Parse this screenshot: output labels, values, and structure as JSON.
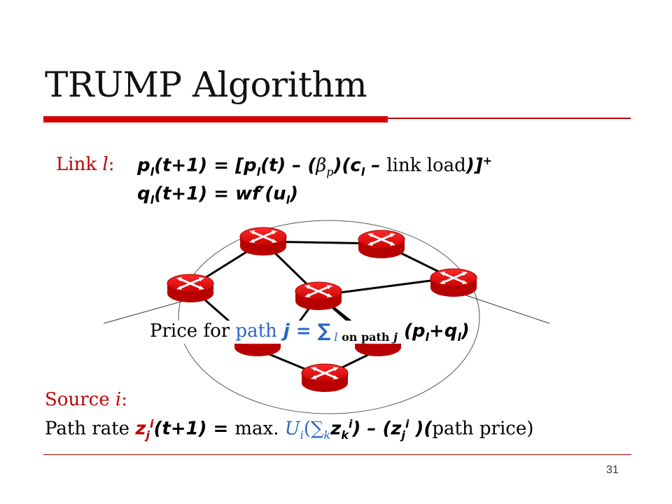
{
  "slide": {
    "title": "TRUMP Algorithm",
    "page_number": "31"
  },
  "link_eq": {
    "label_prefix": "Link ",
    "label_var": "l",
    "label_colon": ":",
    "p_lhs": "p",
    "p_sub": "l",
    "p_arg": "(t+1) = [",
    "p_rhs_p": "p",
    "p_rhs_sub": "l",
    "p_rhs_arg": "(t) – (",
    "beta": "β",
    "beta_sub": "p",
    "after_beta": ")(c",
    "c_sub": "l",
    "minus": " – ",
    "link_load": "link load",
    "close": ")]",
    "plus_sup": "+",
    "q_lhs": "q",
    "q_sub": "l",
    "q_arg": "(t+1) = wf′(u",
    "u_sub": "l",
    "q_close": ")"
  },
  "price_eq": {
    "lead": "Price for ",
    "path_word": "path",
    "j": " j",
    "eq_sum": " = ∑",
    "sum_sub_l": " l",
    "sum_sub_on": " on path",
    "sum_sub_j": " j",
    "open": " (p",
    "p_sub": "l",
    "plus_q": "+q",
    "q_sub": "l",
    "close": ")"
  },
  "source_eq": {
    "label": "Source ",
    "label_var": "i",
    "label_colon": ":",
    "path_rate": "Path rate ",
    "z": "z",
    "z_sub": "j",
    "z_sup": "i",
    "arg": "(t+1) = ",
    "max": "max. ",
    "U": "U",
    "U_sub": "i",
    "sum_open": "(∑",
    "k_sub": "k",
    "zk": "z",
    "zk_sub": "k",
    "zk_sup": "i",
    "minus_open": ") – (z",
    "zj_sub": "j",
    "zj_sup": "i",
    "zj_close": " )(",
    "path_price": "path price",
    "end": ")"
  },
  "colors": {
    "accent_red": "#c00000",
    "router_red": "#e8000b",
    "blue_text": "#2a66c8"
  },
  "icons": [
    "router-icon"
  ]
}
